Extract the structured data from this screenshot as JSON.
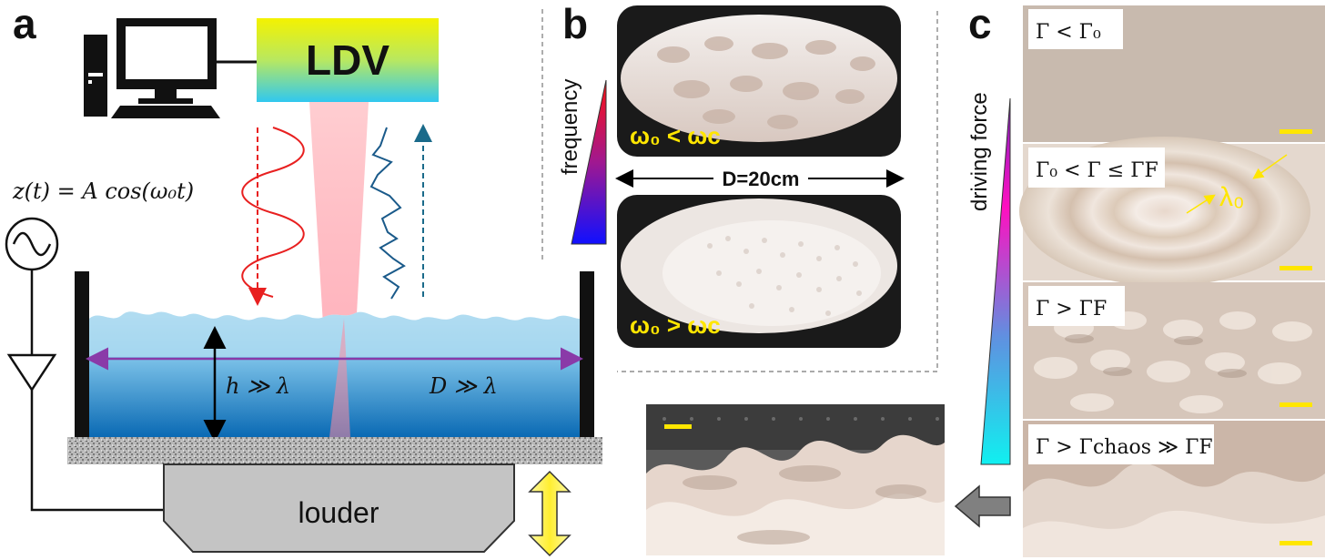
{
  "panels": {
    "a": {
      "letter": "a",
      "ldv_label": "LDV",
      "drive_equation": "z(t) = A cos(ω₀t)",
      "depth_condition": "h ≫ λ",
      "width_condition": "D ≫ λ",
      "speaker_label": "louder"
    },
    "b": {
      "letter": "b",
      "axis_label": "frequency",
      "top_condition": "ω₀ < ωc",
      "bottom_condition": "ω₀ > ωc",
      "diameter_label": "D=20cm"
    },
    "c": {
      "letter": "c",
      "axis_label": "driving force",
      "regimes": [
        "Γ < Γ₀",
        "Γ₀ < Γ ≤ ΓF",
        "Γ > ΓF",
        "Γ > Γchaos ≫ ΓF"
      ],
      "wavelength_label": "λ₀"
    }
  },
  "colors": {
    "ldv_gradient": [
      "#f4f200",
      "#b8e860",
      "#30c8f0"
    ],
    "water_light": "#a8d8f0",
    "water_dark": "#1470b8",
    "red_wave": "#e82020",
    "blue_wave": "#1a5a8a",
    "purple_arrow": "#8a3aa8",
    "scale_bar": "#ffe600",
    "foam": "#e8ddd6"
  },
  "icons": [
    "computer-icon",
    "ac-source-icon",
    "amplifier-icon",
    "double-arrow-icon",
    "gray-arrow-icon"
  ]
}
